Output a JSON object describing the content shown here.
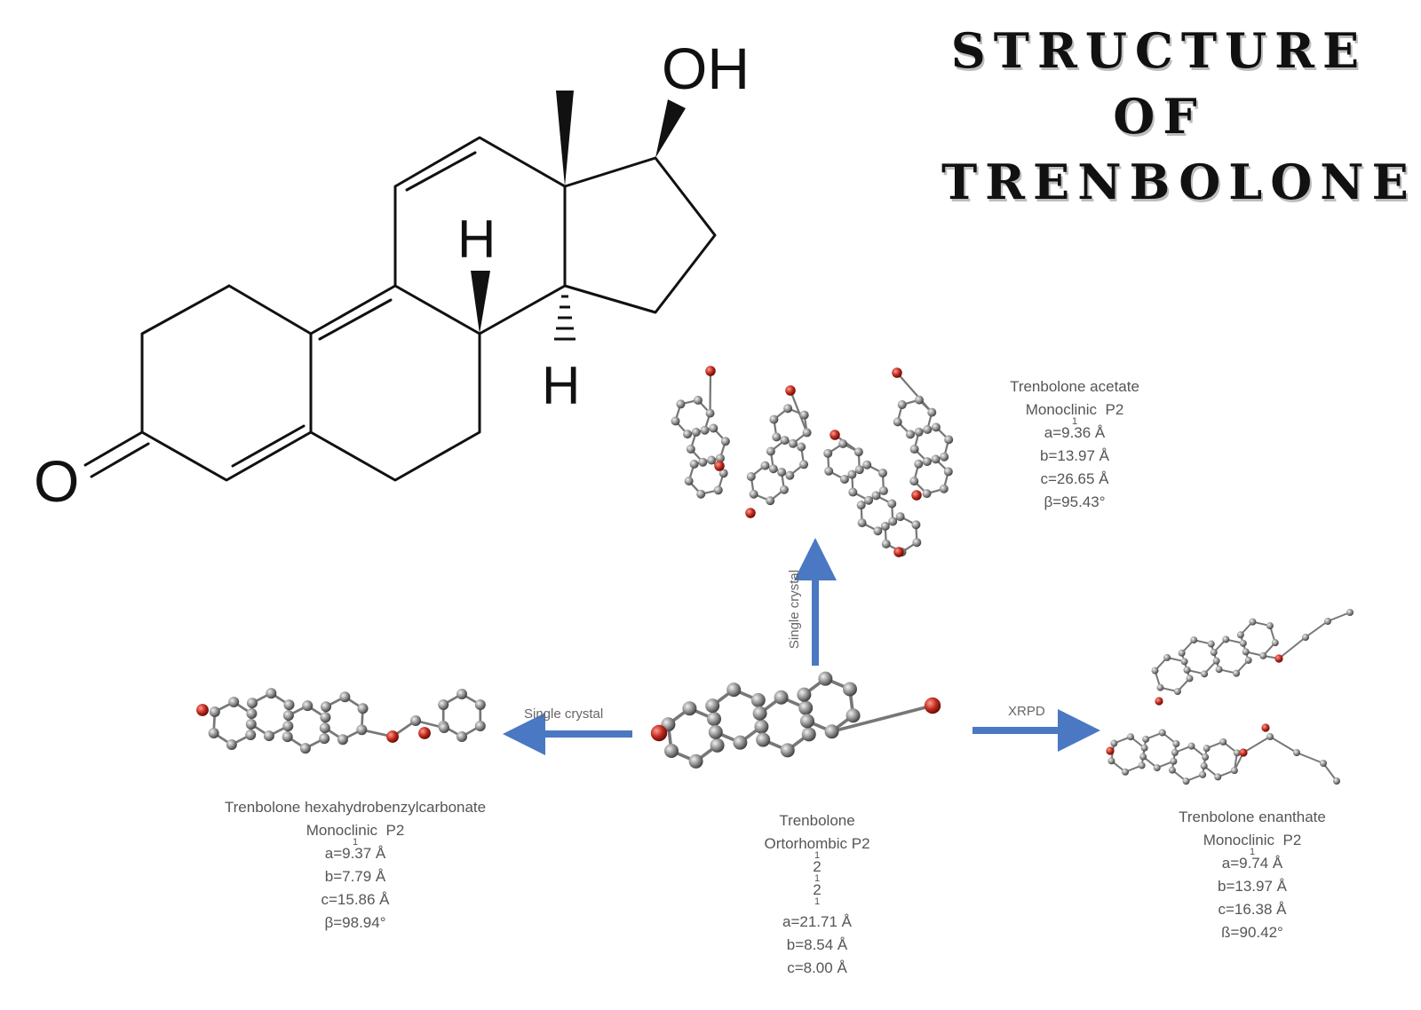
{
  "title": {
    "line1": "STRUCTURE",
    "line2": "OF",
    "line3": "TRENBOLONE"
  },
  "atom_labels": {
    "oh": "OH",
    "o": "O",
    "h_top": "H",
    "h_bottom": "H"
  },
  "arrows": {
    "up": "Single crystal",
    "left": "Single crystal",
    "right": "XRPD"
  },
  "center_caption": {
    "name": "Trenbolone",
    "system": "Ortorhombic",
    "group": "P2",
    "a": "a=21.71 Å",
    "b": "b=8.54 Å",
    "c": "c=8.00 Å"
  },
  "acetate_caption": {
    "name": "Trenbolone acetate",
    "system": "Monoclinic",
    "group": "P2",
    "a": "a=9.36 Å",
    "b": "b=13.97 Å",
    "c": "c=26.65 Å",
    "beta": "β=95.43°"
  },
  "hexa_caption": {
    "name": "Trenbolone hexahydrobenzylcarbonate",
    "system": "Monoclinic",
    "group": "P2",
    "a": "a=9.37 Å",
    "b": "b=7.79 Å",
    "c": "c=15.86 Å",
    "beta": "β=98.94°"
  },
  "enanthate_caption": {
    "name": "Trenbolone enanthate",
    "system": "Monoclinic",
    "group": "P2",
    "a": "a=9.74 Å",
    "b": "b=13.97 Å",
    "c": "c=16.38 Å",
    "beta": "ß=90.42°"
  },
  "colors": {
    "arrow": "#4a78c2",
    "atom_c": "#8a8a8a",
    "atom_o": "#c0281c",
    "bond": "#111111"
  }
}
